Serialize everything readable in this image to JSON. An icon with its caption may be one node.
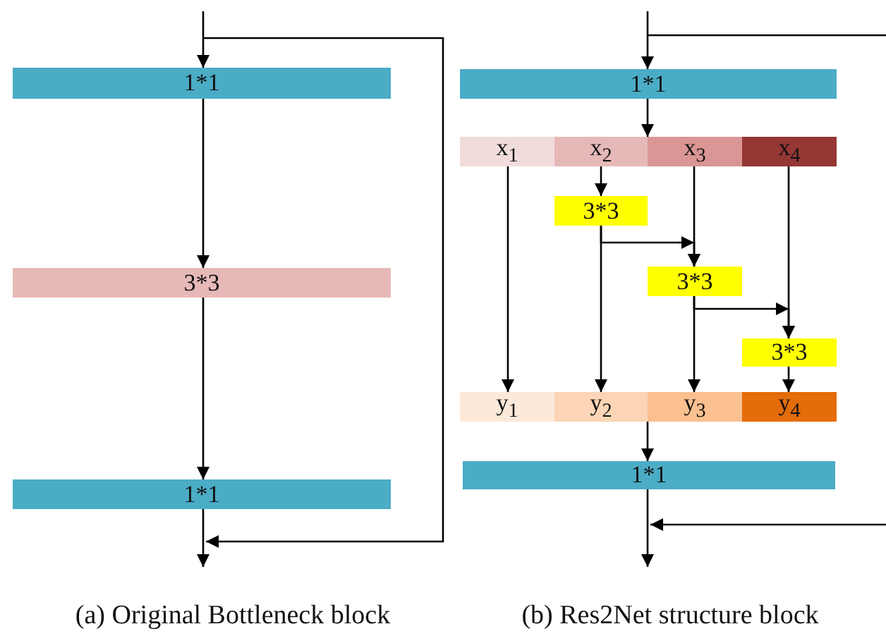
{
  "diagram": {
    "nodes": [
      {
        "text": [
          "1*1"
        ]
      },
      {
        "text": [
          "3*3"
        ]
      },
      {
        "text": [
          "1*1"
        ]
      },
      {
        "text": [
          "1*1"
        ]
      },
      {
        "text": [],
        "shape": "bar"
      },
      {
        "text": [
          "x$_{1}$"
        ],
        "in": 4
      },
      {
        "text": [
          "x$_{2}$"
        ],
        "in": 4
      },
      {
        "text": [
          "x$_{3}$"
        ],
        "in": 4
      },
      {
        "text": [
          "x$_{4}$"
        ],
        "in": 4
      },
      {
        "text": [
          "3*3"
        ]
      },
      {
        "text": [
          "3*3"
        ]
      },
      {
        "text": [
          "3*3"
        ]
      },
      {
        "text": [],
        "shape": "bar"
      },
      {
        "text": [
          "y$_{1}$"
        ],
        "in": 12
      },
      {
        "text": [
          "y$_{2}$"
        ],
        "in": 12
      },
      {
        "text": [
          "y$_{3}$"
        ],
        "in": 12
      },
      {
        "text": [
          "y$_{4}$"
        ],
        "in": 12
      },
      {
        "text": [
          "1*1"
        ]
      }
    ],
    "edges": [
      {
        "from": null,
        "to": 0,
        "arrow": "to"
      },
      {
        "from": 0,
        "to": 1,
        "arrow": "to"
      },
      {
        "from": 1,
        "to": 2,
        "arrow": "to"
      },
      {
        "from": 2,
        "to": null,
        "arrow": "to"
      },
      {
        "from": null,
        "to": 3,
        "arrow": "to"
      },
      {
        "from": 3,
        "to": 4,
        "arrow": "to"
      },
      {
        "from": 5,
        "to": 13,
        "arrow": "to"
      },
      {
        "from": 6,
        "to": 9,
        "arrow": "to"
      },
      {
        "from": 9,
        "to": 14,
        "arrow": "to"
      },
      {
        "from": 9,
        "to": 10,
        "arrow": "to"
      },
      {
        "from": 7,
        "to": 10,
        "arrow": "to"
      },
      {
        "from": 10,
        "to": 15,
        "arrow": "to"
      },
      {
        "from": 10,
        "to": 11,
        "arrow": "to"
      },
      {
        "from": 8,
        "to": 11,
        "arrow": "to"
      },
      {
        "from": 11,
        "to": 16,
        "arrow": "to"
      },
      {
        "from": 12,
        "to": 17,
        "arrow": "to"
      },
      {
        "from": 17,
        "to": null,
        "arrow": "to"
      }
    ],
    "labels": [
      "(a) Original Bottleneck block",
      "(b) Res2Net structure block"
    ]
  }
}
